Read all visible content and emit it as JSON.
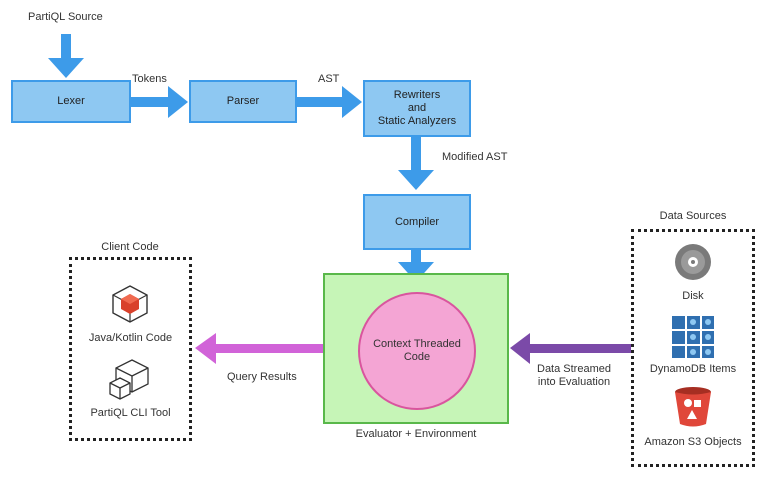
{
  "labels": {
    "source": "PartiQL Source",
    "tokens": "Tokens",
    "ast": "AST",
    "modified_ast": "Modified AST",
    "data_sources": "Data Sources",
    "client_code": "Client Code",
    "query_results": "Query Results",
    "data_streamed": "Data Streamed\ninto Evaluation",
    "evaluator_env": "Evaluator + Environment"
  },
  "boxes": {
    "lexer": "Lexer",
    "parser": "Parser",
    "rewriters": "Rewriters\nand\nStatic Analyzers",
    "compiler": "Compiler"
  },
  "circle": "Context Threaded\nCode",
  "data_sources": [
    {
      "label": "Disk",
      "icon": "disk-icon"
    },
    {
      "label": "DynamoDB Items",
      "icon": "dynamodb-icon"
    },
    {
      "label": "Amazon S3 Objects",
      "icon": "s3-bucket-icon"
    }
  ],
  "client_code": [
    {
      "label": "Java/Kotlin Code",
      "icon": "cube-icon"
    },
    {
      "label": "PartiQL CLI Tool",
      "icon": "boxes-icon"
    }
  ],
  "colors": {
    "box_fill": "#8ec8f2",
    "box_border": "#3d9be9",
    "arrow_blue": "#3d9be9",
    "arrow_purple": "#7b4aa8",
    "arrow_magenta": "#d163d8",
    "env_fill": "#c6f5b7",
    "circle_fill": "#f4a5d4"
  }
}
